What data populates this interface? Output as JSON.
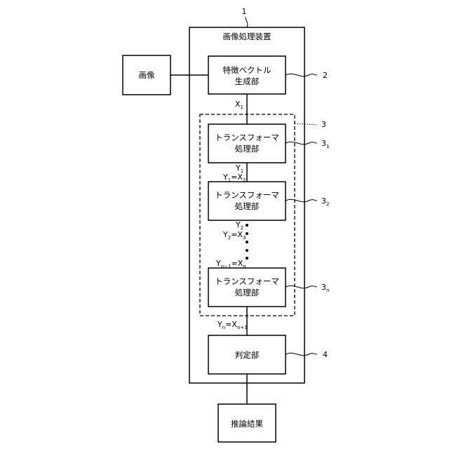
{
  "device": {
    "ref": "1",
    "title": "画像処理装置"
  },
  "input": {
    "label": "画像"
  },
  "feature_block": {
    "ref": "2",
    "line1": "特徴ベクトル",
    "line2": "生成部"
  },
  "x1": {
    "base": "X",
    "sub": "1"
  },
  "transformer_group": {
    "ref": "3"
  },
  "transformers": [
    {
      "ref_base": "3",
      "ref_sub": "1",
      "line1": "トランスフォーマ",
      "line2": "処理部"
    },
    {
      "ref_base": "3",
      "ref_sub": "2",
      "line1": "トランスフォーマ",
      "line2": "処理部"
    },
    {
      "ref_base": "3",
      "ref_sub": "n",
      "line1": "トランスフォーマ",
      "line2": "処理部"
    }
  ],
  "signals": {
    "y1": {
      "base": "Y",
      "sub": "1"
    },
    "y1x2": {
      "y": "Y",
      "ysub": "1",
      "eq": "=X",
      "xsub": "2"
    },
    "y2": {
      "base": "Y",
      "sub": "2"
    },
    "y2x3": {
      "y": "Y",
      "ysub": "2",
      "eq": "=X",
      "xsub": "3"
    },
    "yn1xn": {
      "y": "Y",
      "ysub": "n−1",
      "eq": "=X",
      "xsub": "n"
    },
    "ynxn1": {
      "y": "Y",
      "ysub": "n",
      "eq": "=X",
      "xsub": "n+1"
    }
  },
  "judge_block": {
    "ref": "4",
    "label": "判定部"
  },
  "output": {
    "label": "推論結果"
  }
}
